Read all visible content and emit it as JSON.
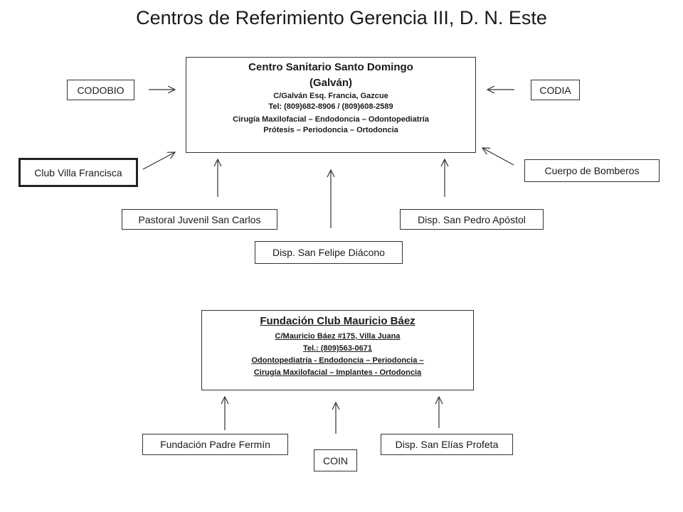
{
  "title": "Centros de Referimiento Gerencia III, D. N. Este",
  "top_center": {
    "name_line1": "Centro Sanitario Santo Domingo",
    "name_line2": "(Galván)",
    "address": "C/Galván Esq. Francia, Gazcue",
    "phone": "Tel: (809)682-8906  / (809)608-2589",
    "services_line1": "Cirugía Maxilofacial – Endodoncia – Odontopediatría",
    "services_line2": "Prótesis – Periodoncia – Ortodoncia"
  },
  "top_referrers": {
    "codobio": "CODOBIO",
    "codia": "CODIA",
    "club_villa_francisca": "Club Villa Francisca",
    "cuerpo_bomberos": "Cuerpo de Bomberos",
    "pastoral_juvenil": "Pastoral Juvenil San Carlos",
    "san_pedro": "Disp. San Pedro Apóstol",
    "san_felipe": "Disp. San Felipe Diácono"
  },
  "bottom_center": {
    "name": "Fundación  Club  Mauricio  Báez",
    "address": "C/Mauricio Báez #175, Villa Juana",
    "phone": "Tel.: (809)563-0671",
    "services_line1": "Odontopediatría -  Endodoncia  – Periodoncia –",
    "services_line2": "Cirugía Maxilofacial – Implantes - Ortodoncia"
  },
  "bottom_referrers": {
    "padre_fermin": "Fundación Padre Fermín",
    "coin": "COIN",
    "san_elias": "Disp. San Elías Profeta"
  }
}
